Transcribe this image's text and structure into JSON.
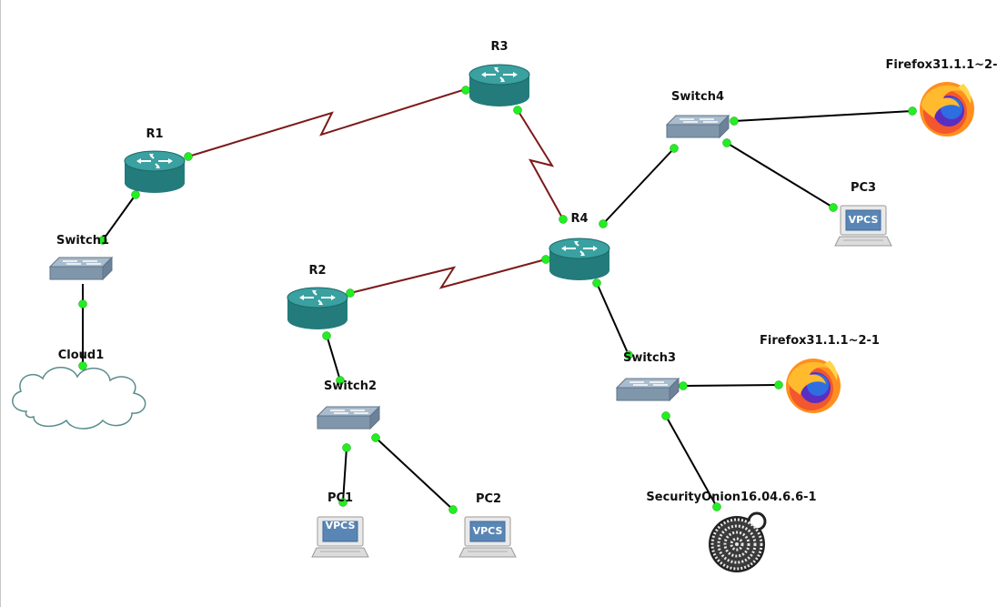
{
  "colors": {
    "ethernet": "#000000",
    "serial": "#7d1a1a",
    "port_up": "#22ee22",
    "router_body": "#2e8c8c",
    "switch_body": "#8aa2b8"
  },
  "nodes": {
    "R1": {
      "label": "R1",
      "type": "router-icon"
    },
    "R2": {
      "label": "R2",
      "type": "router-icon"
    },
    "R3": {
      "label": "R3",
      "type": "router-icon"
    },
    "R4": {
      "label": "R4",
      "type": "router-icon"
    },
    "Switch1": {
      "label": "Switch1",
      "type": "switch-icon"
    },
    "Switch2": {
      "label": "Switch2",
      "type": "switch-icon"
    },
    "Switch3": {
      "label": "Switch3",
      "type": "switch-icon"
    },
    "Switch4": {
      "label": "Switch4",
      "type": "switch-icon"
    },
    "Cloud1": {
      "label": "Cloud1",
      "type": "cloud-icon"
    },
    "PC1": {
      "label": "PC1",
      "type": "vpcs-icon",
      "badge": "VPCS"
    },
    "PC2": {
      "label": "PC2",
      "type": "vpcs-icon",
      "badge": "VPCS"
    },
    "PC3": {
      "label": "PC3",
      "type": "vpcs-icon",
      "badge": "VPCS"
    },
    "Firefox_top": {
      "label": "Firefox31.1.1~2-",
      "type": "firefox-icon"
    },
    "Firefox_mid": {
      "label": "Firefox31.1.1~2-1",
      "type": "firefox-icon"
    },
    "SecurityOnion": {
      "label": "SecurityOnion16.04.6.6-1",
      "type": "security-onion-icon"
    }
  },
  "links": [
    {
      "from": "R1",
      "to": "R3",
      "kind": "serial"
    },
    {
      "from": "R3",
      "to": "R4",
      "kind": "serial"
    },
    {
      "from": "R2",
      "to": "R4",
      "kind": "serial"
    },
    {
      "from": "R1",
      "to": "Switch1",
      "kind": "ethernet"
    },
    {
      "from": "Switch1",
      "to": "Cloud1",
      "kind": "ethernet"
    },
    {
      "from": "R2",
      "to": "Switch2",
      "kind": "ethernet"
    },
    {
      "from": "Switch2",
      "to": "PC1",
      "kind": "ethernet"
    },
    {
      "from": "Switch2",
      "to": "PC2",
      "kind": "ethernet"
    },
    {
      "from": "R4",
      "to": "Switch4",
      "kind": "ethernet"
    },
    {
      "from": "R4",
      "to": "Switch3",
      "kind": "ethernet"
    },
    {
      "from": "Switch4",
      "to": "Firefox_top",
      "kind": "ethernet"
    },
    {
      "from": "Switch4",
      "to": "PC3",
      "kind": "ethernet"
    },
    {
      "from": "Switch3",
      "to": "Firefox_mid",
      "kind": "ethernet"
    },
    {
      "from": "Switch3",
      "to": "SecurityOnion",
      "kind": "ethernet"
    }
  ]
}
